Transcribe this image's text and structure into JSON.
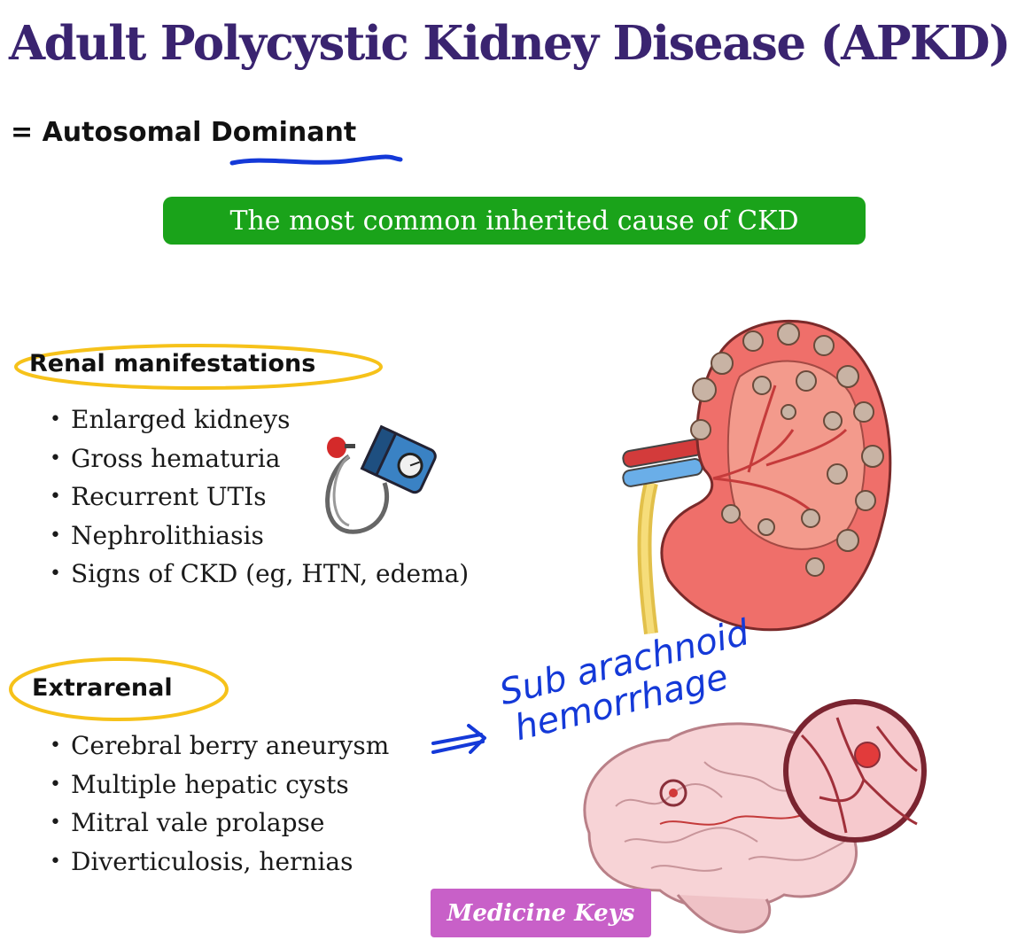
{
  "title": "Adult Polycystic Kidney Disease (APKD)",
  "subtitle": {
    "prefix": "= Autosomal ",
    "emphasis": "Dominant"
  },
  "banner": "The most common inherited cause of CKD",
  "renal": {
    "heading": "Renal manifestations",
    "items": [
      "Enlarged kidneys",
      "Gross hematuria",
      "Recurrent UTIs",
      "Nephrolithiasis",
      "Signs of CKD (eg, HTN, edema)"
    ]
  },
  "extrarenal": {
    "heading": "Extrarenal",
    "items": [
      "Cerebral berry aneurysm",
      "Multiple hepatic cysts",
      "Mitral vale prolapse",
      "Diverticulosis, hernias"
    ]
  },
  "annotation": {
    "line1": "Sub arachnoid",
    "line2": "hemorrhage"
  },
  "watermark": "Medicine Keys",
  "colors": {
    "title": "#3a2470",
    "banner": "#1aa31a",
    "highlight_ring": "#f6c21a",
    "handwriting": "#1439d8",
    "kidney": "#ef6f6a",
    "watermark": "#c860c8"
  },
  "icons": [
    "blood-pressure-cuff-icon",
    "polycystic-kidney-illustration",
    "brain-aneurysm-illustration"
  ]
}
